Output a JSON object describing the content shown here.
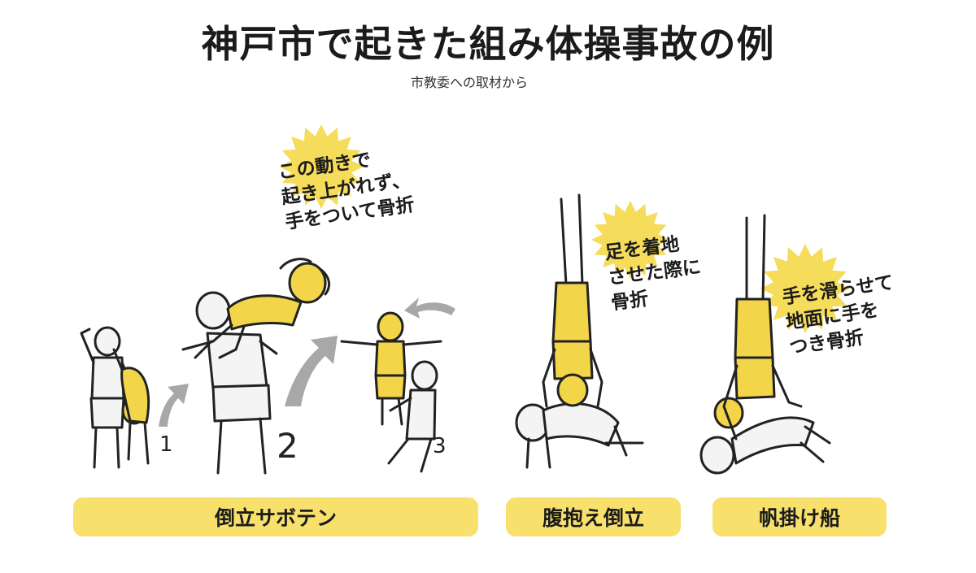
{
  "title": "神戸市で起きた組み体操事故の例",
  "source": "市教委への取材から",
  "colors": {
    "accent": "#f5dc5a",
    "figure_yellow": "#f3d54a",
    "figure_white": "#f4f4f4",
    "outline": "#222222",
    "arrow_gray": "#a8a8a8",
    "pill": "#f7e06b"
  },
  "sections": [
    {
      "label": "倒立サボテン",
      "steps": [
        "1",
        "2",
        "3"
      ],
      "caption": "この動きで\n起き上がれず、\n手をついて骨折"
    },
    {
      "label": "腹抱え倒立",
      "caption": "足を着地\nさせた際に\n骨折"
    },
    {
      "label": "帆掛け船",
      "caption": "手を滑らせて\n地面に手を\nつき骨折"
    }
  ]
}
